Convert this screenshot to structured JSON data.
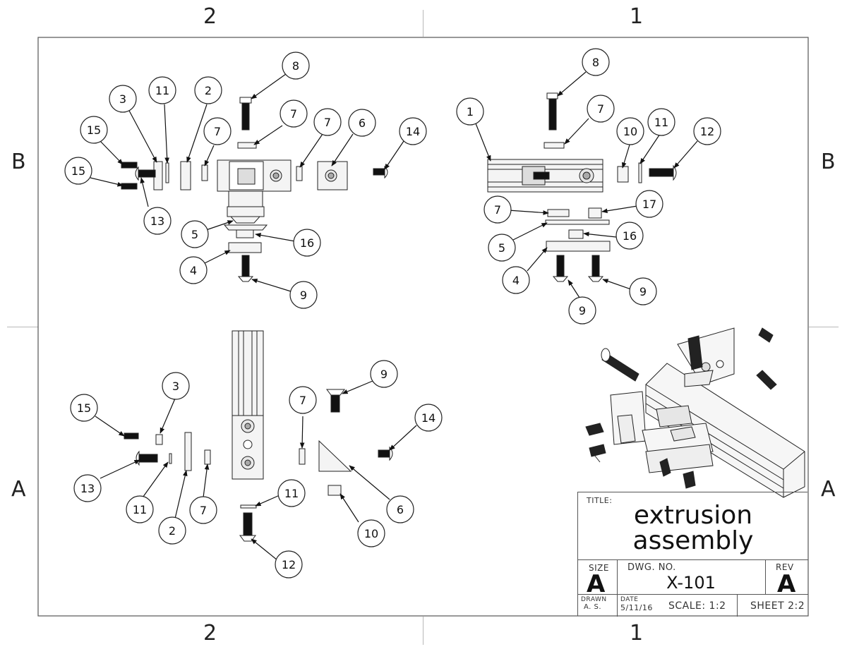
{
  "zones": {
    "top_left": "2",
    "top_right": "1",
    "bottom_left": "2",
    "bottom_right": "1",
    "left_upper": "B",
    "left_lower": "A",
    "right_upper": "B",
    "right_lower": "A"
  },
  "title_block": {
    "title_label": "TITLE:",
    "title_line1": "extrusion",
    "title_line2": "assembly",
    "size_label": "SIZE",
    "size_value": "A",
    "dwg_no_label": "DWG.  NO.",
    "dwg_no_value": "X-101",
    "rev_label": "REV",
    "rev_value": "A",
    "drawn_label": "DRAWN",
    "drawn_value": "A. S.",
    "date_label": "DATE",
    "date_value": "5/11/16",
    "scale": "SCALE: 1:2",
    "sheet": "SHEET 2:2"
  },
  "balloons": {
    "v1": [
      "8",
      "11",
      "3",
      "2",
      "15",
      "7",
      "7",
      "7",
      "6",
      "14",
      "15",
      "13",
      "5",
      "16",
      "4",
      "9"
    ],
    "v2": [
      "8",
      "1",
      "7",
      "10",
      "11",
      "12",
      "7",
      "17",
      "5",
      "16",
      "4",
      "9",
      "9"
    ],
    "v3": [
      "3",
      "15",
      "13",
      "11",
      "2",
      "7",
      "7",
      "9",
      "14",
      "11",
      "6",
      "10",
      "12"
    ]
  },
  "colors": {
    "line": "#222222",
    "border": "#555555",
    "part_fill": "#f2f2f2",
    "screw_fill": "#111111"
  }
}
